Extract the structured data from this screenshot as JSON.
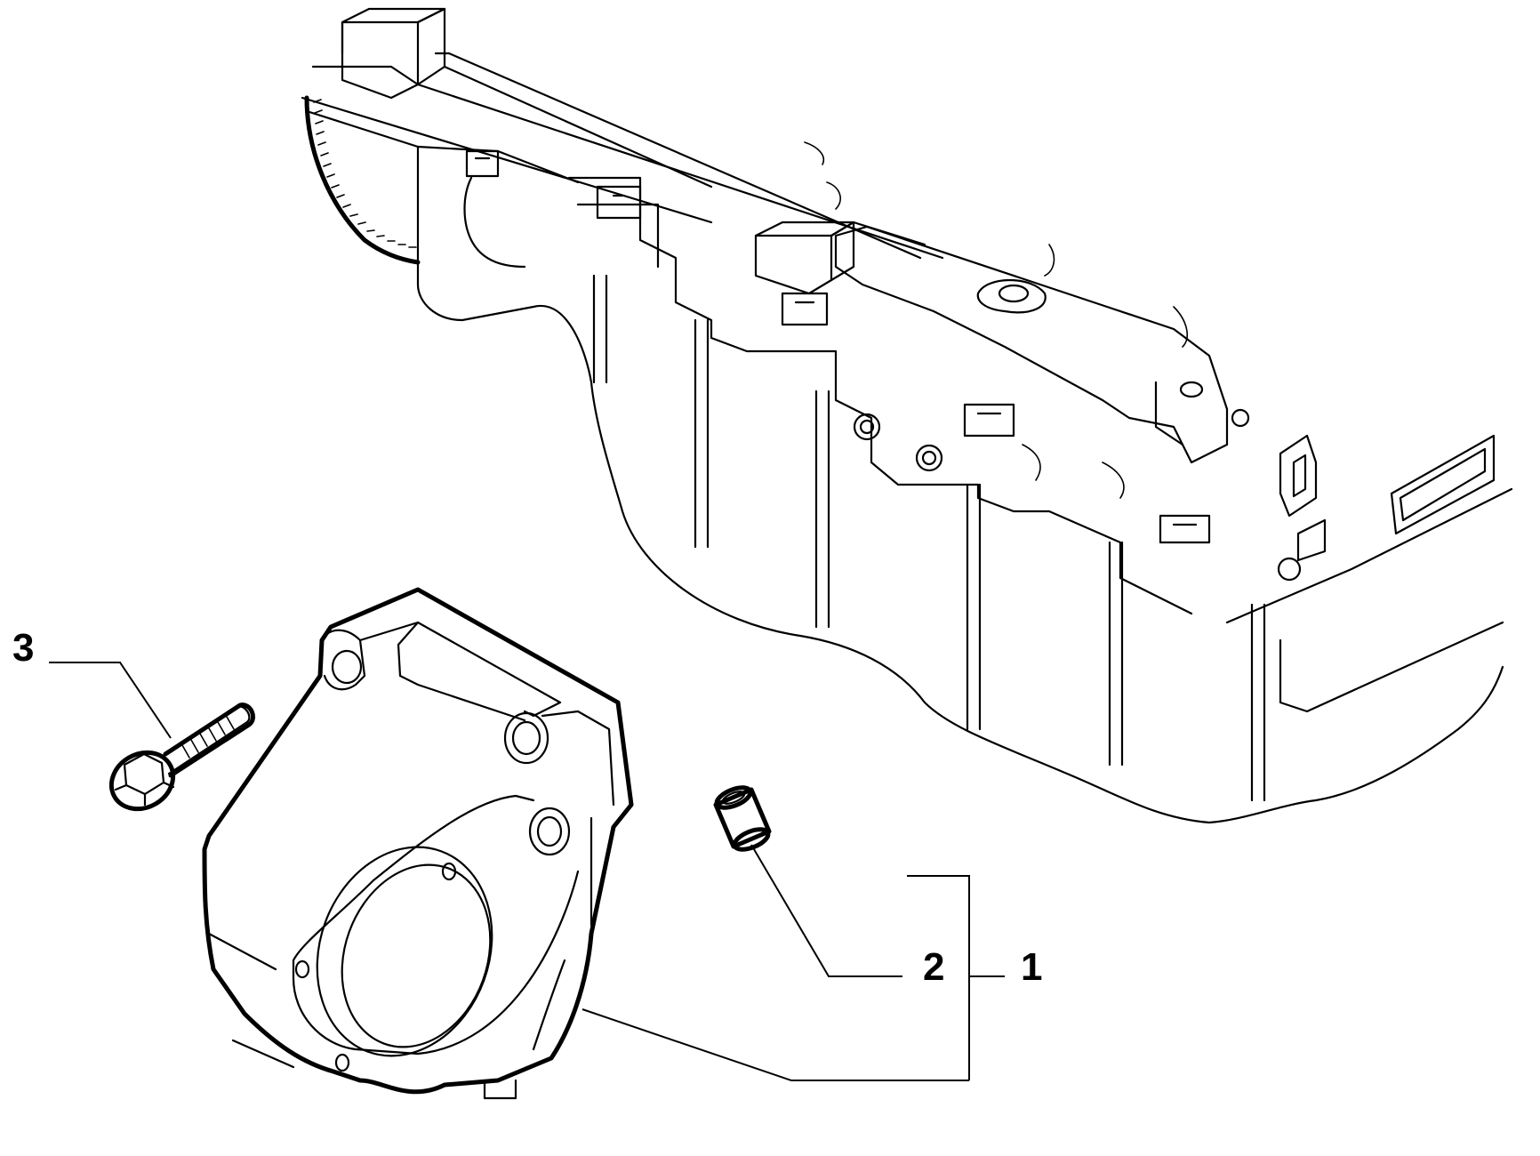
{
  "diagram": {
    "callouts": [
      {
        "id": "label-1",
        "text": "1"
      },
      {
        "id": "label-2",
        "text": "2"
      },
      {
        "id": "label-3",
        "text": "3"
      }
    ]
  }
}
